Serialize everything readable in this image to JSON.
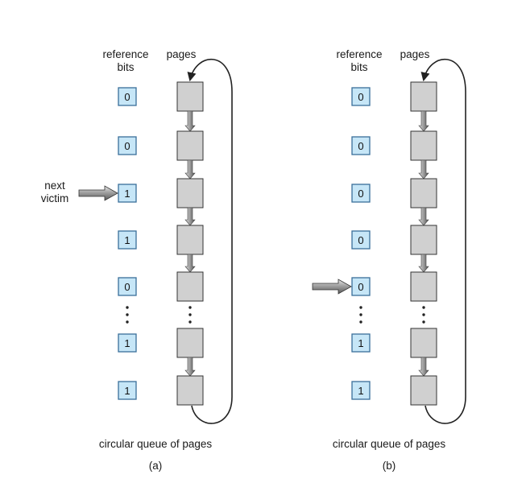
{
  "panels": [
    {
      "id": "a",
      "header_reference": [
        "reference",
        "bits"
      ],
      "header_pages": "pages",
      "bits": [
        "0",
        "0",
        "1",
        "1",
        "0",
        "1",
        "1"
      ],
      "pointer_label": [
        "next",
        "victim"
      ],
      "pointer_slot": 2,
      "caption": "circular queue of pages",
      "panel_label": "(a)"
    },
    {
      "id": "b",
      "header_reference": [
        "reference",
        "bits"
      ],
      "header_pages": "pages",
      "bits": [
        "0",
        "0",
        "0",
        "0",
        "0",
        "1",
        "1"
      ],
      "pointer_label": [],
      "pointer_slot": 4,
      "caption": "circular queue of pages",
      "panel_label": "(b)"
    }
  ],
  "colors": {
    "bit_fill": "#c6e6f7",
    "bit_border": "#3a6f9a",
    "page_fill": "#d0d0d0",
    "arrow_fill": "#9a9a9a"
  }
}
